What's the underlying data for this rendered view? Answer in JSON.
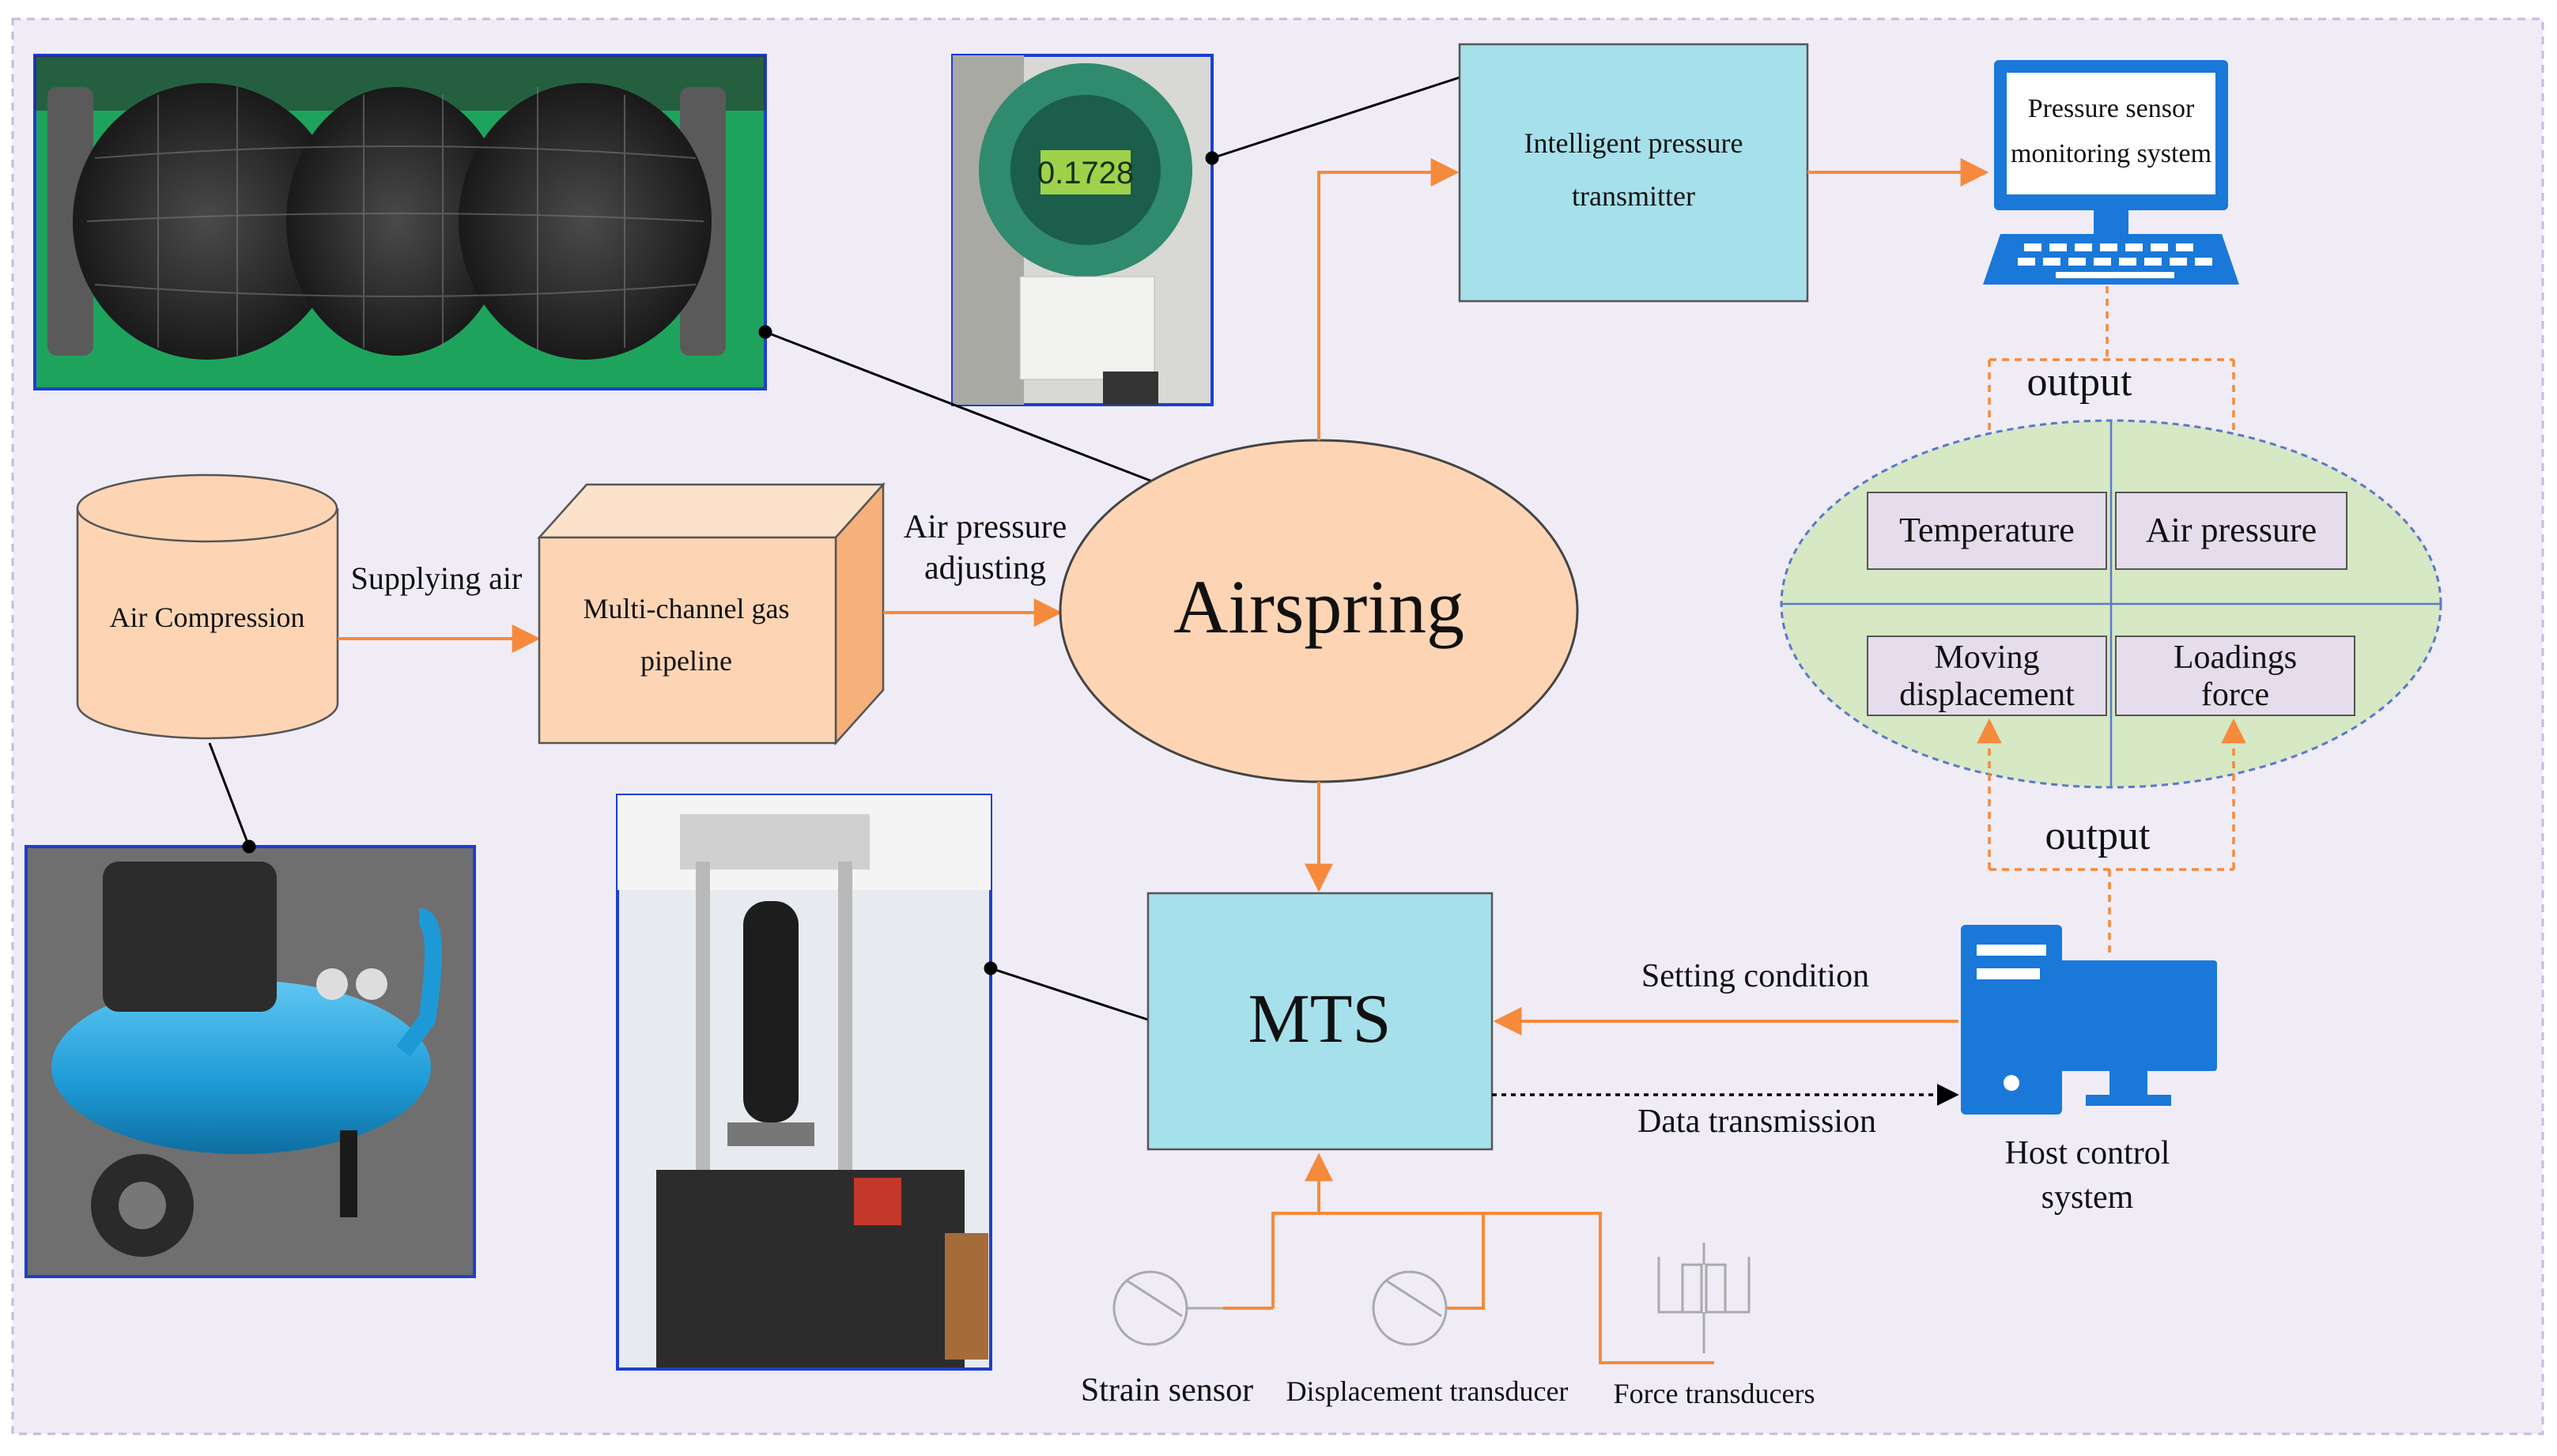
{
  "diagram": {
    "nodes": {
      "air_compression": "Air Compression",
      "supplying_air": "Supplying air",
      "multi_channel_line1": "Multi-channel gas",
      "multi_channel_line2": "pipeline",
      "air_pressure_adjusting_line1": "Air pressure",
      "air_pressure_adjusting_line2": "adjusting",
      "airspring": "Airspring",
      "intelligent_transmitter_line1": "Intelligent pressure",
      "intelligent_transmitter_line2": "transmitter",
      "pressure_monitor_line1": "Pressure sensor",
      "pressure_monitor_line2": "monitoring system",
      "output_top": "output",
      "output_bottom": "output",
      "temperature": "Temperature",
      "air_pressure": "Air pressure",
      "moving_displacement_line1": "Moving",
      "moving_displacement_line2": "displacement",
      "loadings_force_line1": "Loadings",
      "loadings_force_line2": "force",
      "mts": "MTS",
      "setting_condition": "Setting condition",
      "data_transmission": "Data transmission",
      "host_control_line1": "Host control",
      "host_control_line2": "system",
      "strain_sensor": "Strain sensor",
      "displacement_transducer": "Displacement transducer",
      "force_transducers": "Force transducers"
    },
    "photos": {
      "gauge_display": "0.1728"
    },
    "colors": {
      "background": "#f0ecf6",
      "border_dashed": "#c9b8dd",
      "peach_fill": "#fdd5b4",
      "peach_side": "#f6b07a",
      "cyan_fill": "#a6e0eb",
      "ellipse_green": "#d6e8c4",
      "cell_fill": "#e5dcec",
      "arrow_orange": "#f58a3c",
      "photo_border": "#1c3fd0",
      "computer_blue": "#1a78d8"
    }
  }
}
